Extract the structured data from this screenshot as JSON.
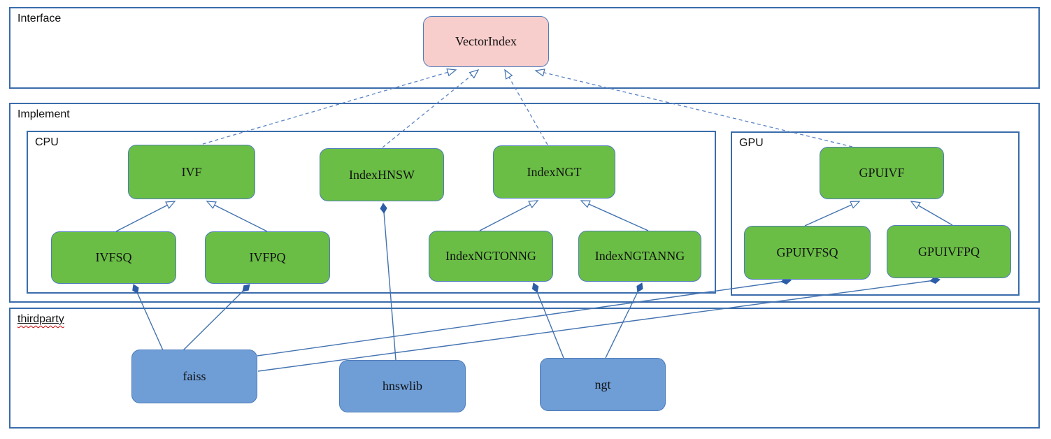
{
  "diagram": {
    "groups": {
      "interface": {
        "label": "Interface"
      },
      "implement": {
        "label": "Implement"
      },
      "cpu": {
        "label": "CPU"
      },
      "gpu": {
        "label": "GPU"
      },
      "thirdparty": {
        "label": "thirdparty"
      }
    },
    "nodes": {
      "vectorindex": {
        "label": "VectorIndex",
        "kind": "interface"
      },
      "ivf": {
        "label": "IVF",
        "kind": "cpu-implement"
      },
      "indexhnsw": {
        "label": "IndexHNSW",
        "kind": "cpu-implement"
      },
      "indexngt": {
        "label": "IndexNGT",
        "kind": "cpu-implement"
      },
      "gpuivf": {
        "label": "GPUIVF",
        "kind": "gpu-implement"
      },
      "ivfsq": {
        "label": "IVFSQ",
        "kind": "cpu-implement"
      },
      "ivfpq": {
        "label": "IVFPQ",
        "kind": "cpu-implement"
      },
      "indexngtonng": {
        "label": "IndexNGTONNG",
        "kind": "cpu-implement"
      },
      "indexngtanng": {
        "label": "IndexNGTANNG",
        "kind": "cpu-implement"
      },
      "gpuivfsq": {
        "label": "GPUIVFSQ",
        "kind": "gpu-implement"
      },
      "gpuivfpq": {
        "label": "GPUIVFPQ",
        "kind": "gpu-implement"
      },
      "faiss": {
        "label": "faiss",
        "kind": "thirdparty"
      },
      "hnswlib": {
        "label": "hnswlib",
        "kind": "thirdparty"
      },
      "ngt": {
        "label": "ngt",
        "kind": "thirdparty"
      }
    },
    "edges": [
      {
        "from": "IVF",
        "to": "VectorIndex",
        "type": "realization-dashed-open-arrow"
      },
      {
        "from": "IndexHNSW",
        "to": "VectorIndex",
        "type": "realization-dashed-open-arrow"
      },
      {
        "from": "IndexNGT",
        "to": "VectorIndex",
        "type": "realization-dashed-open-arrow"
      },
      {
        "from": "GPUIVF",
        "to": "VectorIndex",
        "type": "realization-dashed-open-arrow"
      },
      {
        "from": "IVFSQ",
        "to": "IVF",
        "type": "generalization-open-arrow"
      },
      {
        "from": "IVFPQ",
        "to": "IVF",
        "type": "generalization-open-arrow"
      },
      {
        "from": "IndexNGTONNG",
        "to": "IndexNGT",
        "type": "generalization-open-arrow"
      },
      {
        "from": "IndexNGTANNG",
        "to": "IndexNGT",
        "type": "generalization-open-arrow"
      },
      {
        "from": "GPUIVFSQ",
        "to": "GPUIVF",
        "type": "generalization-open-arrow"
      },
      {
        "from": "GPUIVFPQ",
        "to": "GPUIVF",
        "type": "generalization-open-arrow"
      },
      {
        "from": "faiss",
        "to": "IVFSQ",
        "type": "composition-diamond"
      },
      {
        "from": "faiss",
        "to": "IVFPQ",
        "type": "composition-diamond"
      },
      {
        "from": "faiss",
        "to": "GPUIVFSQ",
        "type": "composition-diamond"
      },
      {
        "from": "faiss",
        "to": "GPUIVFPQ",
        "type": "composition-diamond"
      },
      {
        "from": "hnswlib",
        "to": "IndexHNSW",
        "type": "composition-diamond"
      },
      {
        "from": "ngt",
        "to": "IndexNGTONNG",
        "type": "composition-diamond"
      },
      {
        "from": "ngt",
        "to": "IndexNGTANNG",
        "type": "composition-diamond"
      }
    ],
    "colors": {
      "interface_fill": "#f8cecc",
      "impl_fill": "#6abe45",
      "thirdparty_fill": "#6f9ed7",
      "node_border": "#4f7cbb",
      "container_border": "#3a6cac",
      "edge": "#4272b0",
      "dashed_edge": "#5b84c4",
      "diamond_fill": "#2d5da8",
      "spellcheck_underline": "#cc0000"
    }
  }
}
